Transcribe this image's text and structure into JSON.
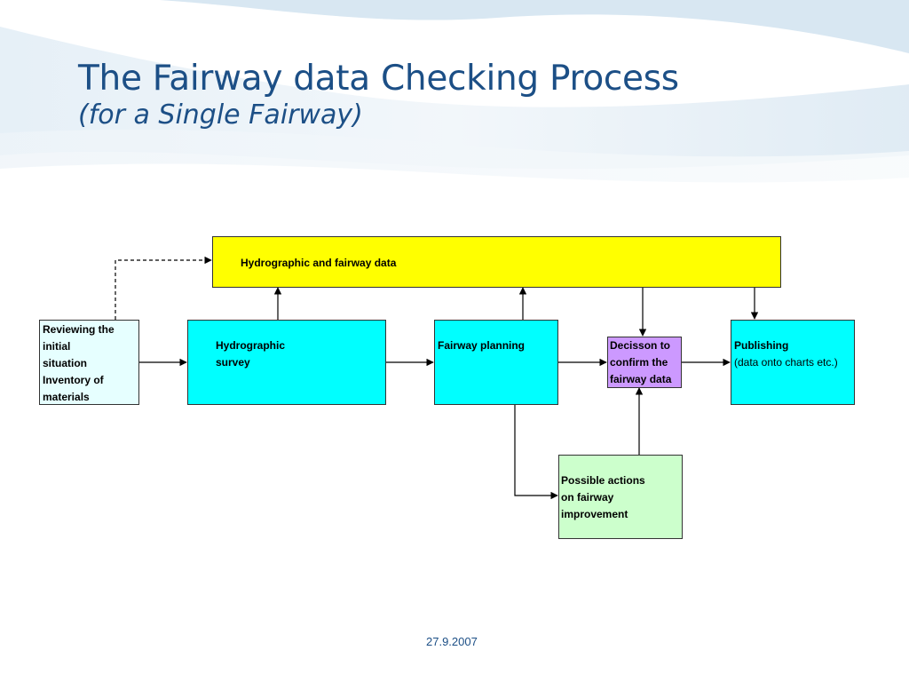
{
  "slide": {
    "title": "The Fairway data Checking Process",
    "subtitle": "(for a Single Fairway)",
    "date": "27.9.2007"
  },
  "diagram": {
    "data_box": {
      "label": "Hydrographic and fairway data",
      "color": "#ffff00"
    },
    "reviewing_box": {
      "label": "Reviewing the\ninitial\nsituation\nInventory of\nmaterials",
      "color": "#e6ffff"
    },
    "survey_box": {
      "label": "Hydrographic\nsurvey",
      "color": "#00ffff"
    },
    "planning_box": {
      "label": "Fairway planning",
      "color": "#00ffff"
    },
    "decision_box": {
      "label": "Decisson to\nconfirm the\nfairway data",
      "color": "#cc99ff"
    },
    "publishing_box": {
      "title": "Publishing",
      "detail": "(data onto charts etc.)",
      "color": "#00ffff"
    },
    "actions_box": {
      "label": "Possible actions\non fairway\nimprovement",
      "color": "#ccffcc"
    }
  }
}
